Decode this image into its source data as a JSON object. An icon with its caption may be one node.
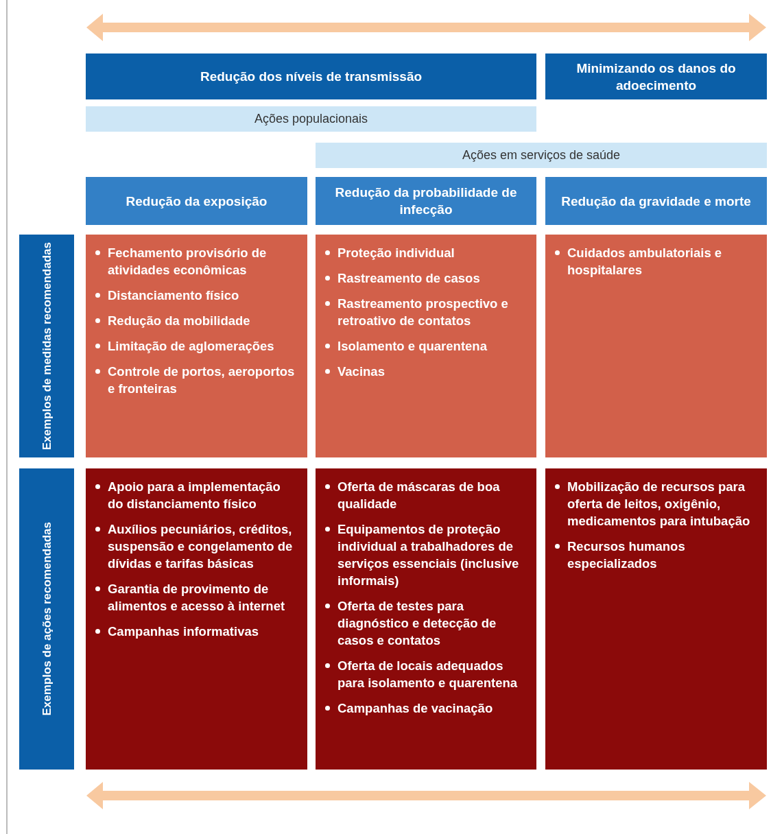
{
  "diagram": {
    "nodes": [
      {
        "text": [
          "Redução dos níveis de transmissão"
        ]
      },
      {
        "text": [
          "Minimizando os danos do adoecimento"
        ]
      },
      {
        "text": [
          "Ações populacionais"
        ]
      },
      {
        "text": [
          "Ações em serviços de saúde"
        ]
      },
      {
        "text": [
          "Redução da exposição"
        ]
      },
      {
        "text": [
          "Redução da probabilidade de infecção"
        ]
      },
      {
        "text": [
          "Redução da gravidade e morte"
        ]
      },
      {
        "text": [
          "Exemplos de medidas recomendadas"
        ]
      },
      {
        "text": [
          "Fechamento provisório de atividades econômicas",
          "Distanciamento físico",
          "Redução da mobilidade",
          "Limitação de aglomerações",
          "Controle de portos, aeroportos e fronteiras"
        ]
      },
      {
        "text": [
          "Proteção individual",
          "Rastreamento de casos",
          "Rastreamento prospectivo e retroativo de contatos",
          "Isolamento e quarentena",
          "Vacinas"
        ]
      },
      {
        "text": [
          "Cuidados ambulatoriais e hospitalares"
        ]
      },
      {
        "text": [
          "Exemplos de ações recomendadas"
        ]
      },
      {
        "text": [
          "Apoio para a implementação do distanciamento físico",
          "Auxílios pecuniários, créditos, suspensão e congelamento de dívidas e tarifas básicas",
          "Garantia de provimento de alimentos e acesso à internet",
          "Campanhas informativas"
        ]
      },
      {
        "text": [
          "Oferta de máscaras de boa qualidade",
          "Equipamentos de proteção individual a trabalhadores de serviços essenciais (inclusive informais)",
          "Oferta de testes para diagnóstico e detecção de casos e contatos",
          "Oferta de locais adequados para isolamento e quarentena",
          "Campanhas de vacinação"
        ]
      },
      {
        "text": [
          "Mobilização de recursos para oferta de leitos, oxigênio, medicamentos para intubação",
          "Recursos humanos especializados"
        ]
      }
    ]
  }
}
